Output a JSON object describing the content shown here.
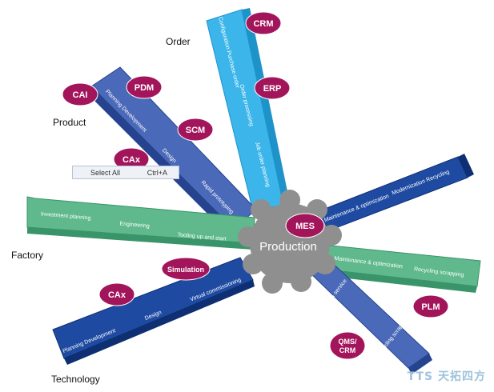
{
  "labels": {
    "order": "Order",
    "product": "Product",
    "factory": "Factory",
    "technology": "Technology"
  },
  "hub": "Production",
  "badges": {
    "crm": "CRM",
    "erp": "ERP",
    "cai": "CAI",
    "pdm": "PDM",
    "scm": "SCM",
    "cax_top": "CAx",
    "mes": "MES",
    "simulation": "Simulation",
    "cax_bottom": "CAx",
    "plm": "PLM",
    "qms": "QMS/",
    "crm2": "CRM"
  },
  "arms": {
    "order": [
      "Configuration Purchase order",
      "Order processing",
      "Job order planning"
    ],
    "product": [
      "Planning Development",
      "Design",
      "Rapid prototyping"
    ],
    "factory": [
      "Investment planning",
      "Engineering",
      "Tooling up and start"
    ],
    "technology": [
      "Planning Development",
      "Design",
      "Virtual commissioning"
    ],
    "upper_right": [
      "Maintenance & optimization",
      "Modernization Recycling"
    ],
    "right": [
      "Maintenance & optimization",
      "Recycling scrapping"
    ],
    "lower_right": [
      "Use & service",
      "Recycling scrapping"
    ]
  },
  "context_menu": {
    "item": "Select All",
    "shortcut": "Ctrl+A"
  },
  "watermark": "TTS 天拓四方",
  "colors": {
    "light_blue": "#3cb6ea",
    "light_blue_dark": "#1e93c9",
    "blue": "#4a69b8",
    "blue_dark": "#26438f",
    "navy": "#1e4ba1",
    "navy_dark": "#0f2f73",
    "green": "#5fb98c",
    "green_dark": "#3a946a",
    "badge": "#a3155b",
    "hub": "#8f8f8f"
  }
}
